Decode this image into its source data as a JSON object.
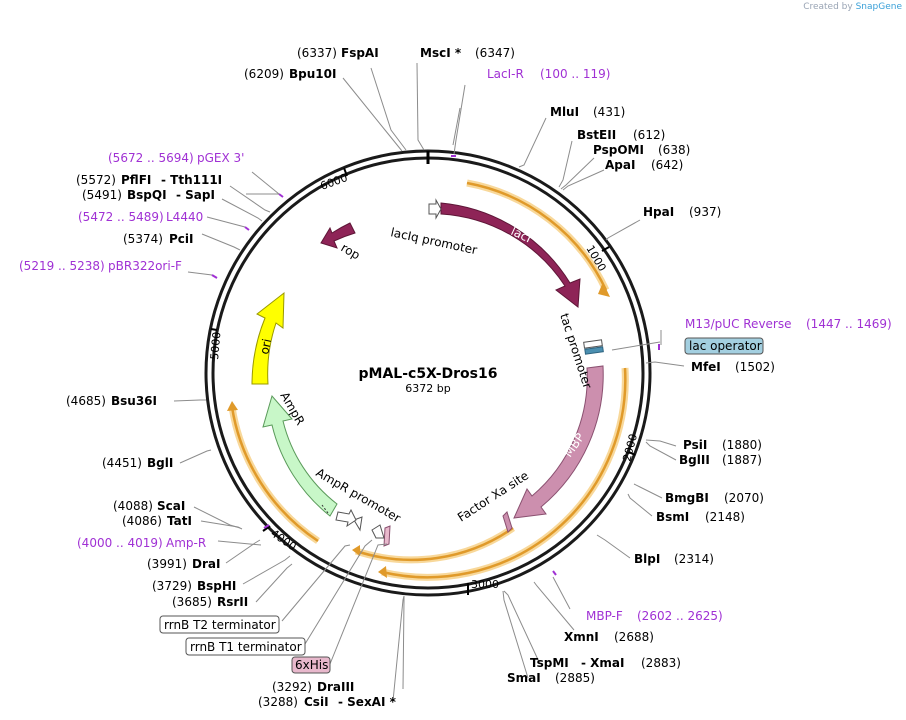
{
  "credit": {
    "created_by": "Created by",
    "app": "SnapGene"
  },
  "plasmid": {
    "name": "pMAL-c5X-Dros16",
    "size": "6372 bp"
  },
  "ticks": [
    "1000",
    "2000",
    "3000",
    "4000",
    "5000",
    "6000"
  ],
  "features": [
    {
      "name": "lacIq promoter",
      "color": "#ffffff"
    },
    {
      "name": "lacI",
      "color": "#8e2457"
    },
    {
      "name": "tac promoter",
      "color": "#ffffff"
    },
    {
      "name": "lac operator",
      "color": "#a3cfe0"
    },
    {
      "name": "MBP",
      "color": "#cc8fae"
    },
    {
      "name": "Factor Xa site",
      "color": "#cc8fae"
    },
    {
      "name": "AmpR promoter",
      "color": "#ffffff"
    },
    {
      "name": "AmpR",
      "color": "#c8f7c8"
    },
    {
      "name": "ori",
      "color": "#ffff00"
    },
    {
      "name": "rop",
      "color": "#8e2457"
    },
    {
      "name": "rrnB T2 terminator",
      "color": "#ffffff"
    },
    {
      "name": "rrnB T1 terminator",
      "color": "#ffffff"
    },
    {
      "name": "6xHis",
      "color": "#e8b8cc"
    }
  ],
  "sites": [
    {
      "name": "FspAI",
      "pos": "(6337)"
    },
    {
      "name": "MscI *",
      "pos": "(6347)"
    },
    {
      "name": "Bpu10I",
      "pos": "(6209)"
    },
    {
      "name": "MluI",
      "pos": "(431)"
    },
    {
      "name": "BstEII",
      "pos": "(612)"
    },
    {
      "name": "PspOMI",
      "pos": "(638)"
    },
    {
      "name": "ApaI",
      "pos": "(642)"
    },
    {
      "name": "HpaI",
      "pos": "(937)"
    },
    {
      "name": "PflFI",
      "pos": "(5572)"
    },
    {
      "name": "- Tth111I",
      "pos": ""
    },
    {
      "name": "BspQI",
      "pos": "(5491)"
    },
    {
      "name": "- SapI",
      "pos": ""
    },
    {
      "name": "PciI",
      "pos": "(5374)"
    },
    {
      "name": "MfeI",
      "pos": "(1502)"
    },
    {
      "name": "Bsu36I",
      "pos": "(4685)"
    },
    {
      "name": "PsiI",
      "pos": "(1880)"
    },
    {
      "name": "BglII",
      "pos": "(1887)"
    },
    {
      "name": "BglI",
      "pos": "(4451)"
    },
    {
      "name": "BmgBI",
      "pos": "(2070)"
    },
    {
      "name": "BsmI",
      "pos": "(2148)"
    },
    {
      "name": "ScaI",
      "pos": "(4088)"
    },
    {
      "name": "TatI",
      "pos": "(4086)"
    },
    {
      "name": "BlpI",
      "pos": "(2314)"
    },
    {
      "name": "DraI",
      "pos": "(3991)"
    },
    {
      "name": "BspHI",
      "pos": "(3729)"
    },
    {
      "name": "RsrII",
      "pos": "(3685)"
    },
    {
      "name": "XmnI",
      "pos": "(2688)"
    },
    {
      "name": "TspMI",
      "pos": "(2883)"
    },
    {
      "name": "- XmaI",
      "pos": ""
    },
    {
      "name": "SmaI",
      "pos": "(2885)"
    },
    {
      "name": "DraIII",
      "pos": "(3292)"
    },
    {
      "name": "CsiI",
      "pos": "(3288)"
    },
    {
      "name": "- SexAI *",
      "pos": ""
    }
  ],
  "primers": [
    {
      "name": "LacI-R",
      "range": "(100 .. 119)"
    },
    {
      "name": "pGEX 3'",
      "range": "(5672 .. 5694)"
    },
    {
      "name": "L4440",
      "range": "(5472 .. 5489)"
    },
    {
      "name": "pBR322ori-F",
      "range": "(5219 .. 5238)"
    },
    {
      "name": "M13/pUC Reverse",
      "range": "(1447 .. 1469)"
    },
    {
      "name": "Amp-R",
      "range": "(4000 .. 4019)"
    },
    {
      "name": "MBP-F",
      "range": "(2602 .. 2625)"
    }
  ]
}
